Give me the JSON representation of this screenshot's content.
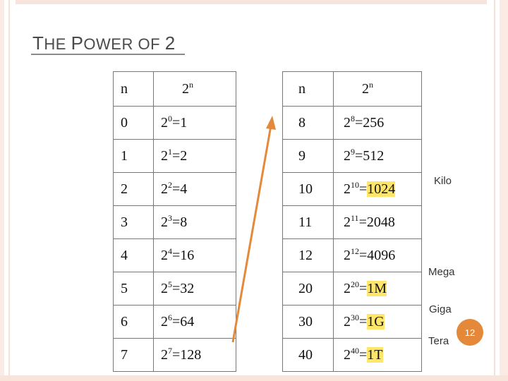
{
  "title": {
    "first_cap": "T",
    "first_rest": "HE",
    "second_cap": "P",
    "second_rest": "OWER",
    "third": "OF",
    "number": "2"
  },
  "headers": {
    "n": "n",
    "pow_base": "2",
    "pow_exp": "n"
  },
  "left_rows": [
    {
      "n": "0",
      "base": "2",
      "exp": "0",
      "result": "=1"
    },
    {
      "n": "1",
      "base": "2",
      "exp": "1",
      "result": "=2"
    },
    {
      "n": "2",
      "base": "2",
      "exp": "2",
      "result": "=4"
    },
    {
      "n": "3",
      "base": "2",
      "exp": "3",
      "result": "=8"
    },
    {
      "n": "4",
      "base": "2",
      "exp": "4",
      "result": "=16"
    },
    {
      "n": "5",
      "base": "2",
      "exp": "5",
      "result": "=32"
    },
    {
      "n": "6",
      "base": "2",
      "exp": "6",
      "result": "=64"
    },
    {
      "n": "7",
      "base": "2",
      "exp": "7",
      "result": "=128"
    }
  ],
  "right_rows": [
    {
      "n": "8",
      "base": "2",
      "exp": "8",
      "eq": "=",
      "value": "256"
    },
    {
      "n": "9",
      "base": "2",
      "exp": "9",
      "eq": "=",
      "value": "512"
    },
    {
      "n": "10",
      "base": "2",
      "exp": "10",
      "eq": "=",
      "value": "1024"
    },
    {
      "n": "11",
      "base": "2",
      "exp": "11",
      "eq": "=",
      "value": "2048"
    },
    {
      "n": "12",
      "base": "2",
      "exp": "12",
      "eq": "=",
      "value": "4096"
    },
    {
      "n": "20",
      "base": "2",
      "exp": "20",
      "eq": "=",
      "value": "1M"
    },
    {
      "n": "30",
      "base": "2",
      "exp": "30",
      "eq": "=",
      "value": "1G"
    },
    {
      "n": "40",
      "base": "2",
      "exp": "40",
      "eq": "=",
      "value": "1T"
    }
  ],
  "units": {
    "kilo": "Kilo",
    "mega": "Mega",
    "giga": "Giga",
    "tera": "Tera"
  },
  "page_number": "12",
  "colors": {
    "highlight": "#ffe66b",
    "arrow": "#e4893a",
    "badge": "#e4893a",
    "frame": "#f7e5dc"
  }
}
